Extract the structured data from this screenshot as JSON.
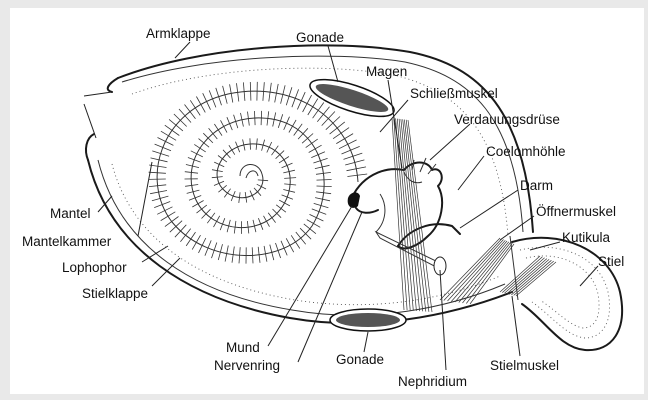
{
  "labels": {
    "armklappe": "Armklappe",
    "gonade_top": "Gonade",
    "magen": "Magen",
    "schliessmuskel": "Schließmuskel",
    "verdauungsdruese": "Verdauungsdrüse",
    "coelomhoehle": "Coelomhöhle",
    "darm": "Darm",
    "oeffnermuskel": "Öffnermuskel",
    "kutikula": "Kutikula",
    "stiel": "Stiel",
    "mantel": "Mantel",
    "mantelkammer": "Mantelkammer",
    "lophophor": "Lophophor",
    "stielklappe": "Stielklappe",
    "mund": "Mund",
    "nervenring": "Nervenring",
    "gonade_bottom": "Gonade",
    "nephridium": "Nephridium",
    "stielmuskel": "Stielmuskel"
  }
}
